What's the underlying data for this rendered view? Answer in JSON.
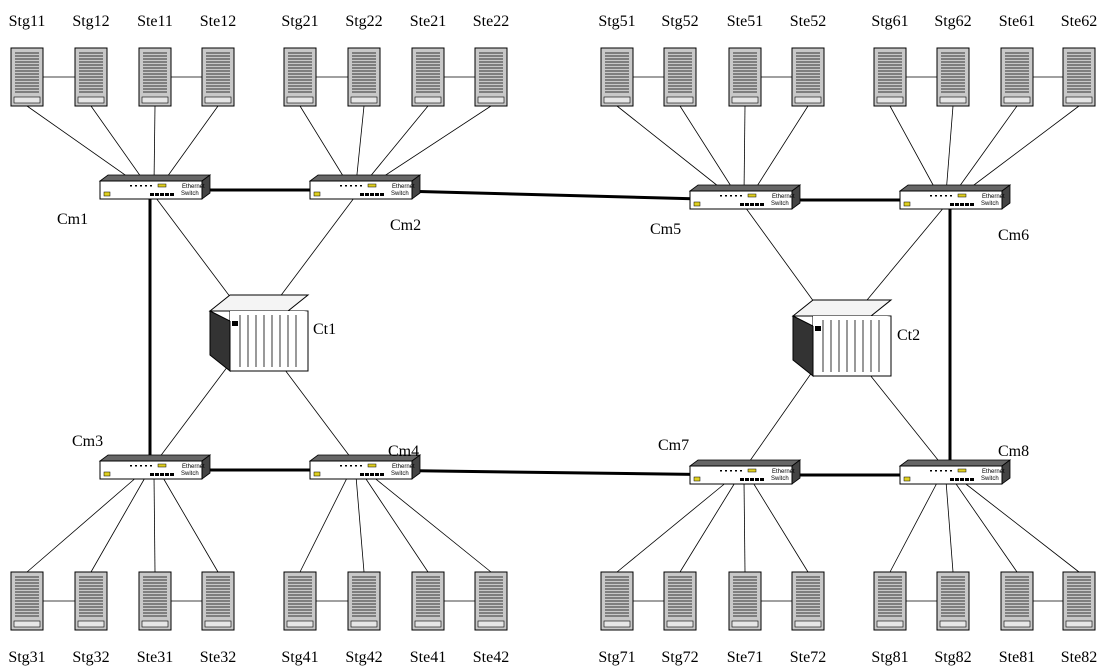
{
  "diagram": {
    "station_groups": [
      {
        "switch": "Cm1",
        "labels": [
          "Stg11",
          "Stg12",
          "Ste11",
          "Ste12"
        ]
      },
      {
        "switch": "Cm2",
        "labels": [
          "Stg21",
          "Stg22",
          "Ste21",
          "Ste22"
        ]
      },
      {
        "switch": "Cm3",
        "labels": [
          "Stg31",
          "Stg32",
          "Ste31",
          "Ste32"
        ]
      },
      {
        "switch": "Cm4",
        "labels": [
          "Stg41",
          "Stg42",
          "Ste41",
          "Ste42"
        ]
      },
      {
        "switch": "Cm5",
        "labels": [
          "Stg51",
          "Stg52",
          "Ste51",
          "Ste52"
        ]
      },
      {
        "switch": "Cm6",
        "labels": [
          "Stg61",
          "Stg62",
          "Ste61",
          "Ste62"
        ]
      },
      {
        "switch": "Cm7",
        "labels": [
          "Stg71",
          "Stg72",
          "Ste71",
          "Ste72"
        ]
      },
      {
        "switch": "Cm8",
        "labels": [
          "Stg81",
          "Stg82",
          "Ste81",
          "Ste82"
        ]
      }
    ],
    "switches": [
      "Cm1",
      "Cm2",
      "Cm3",
      "Cm4",
      "Cm5",
      "Cm6",
      "Cm7",
      "Cm8"
    ],
    "switch_text": [
      "Ethernet",
      "Switch"
    ],
    "controllers": [
      "Ct1",
      "Ct2"
    ],
    "trunk_links": [
      [
        "Cm1",
        "Cm2"
      ],
      [
        "Cm2",
        "Cm5"
      ],
      [
        "Cm5",
        "Cm6"
      ],
      [
        "Cm1",
        "Cm3"
      ],
      [
        "Cm3",
        "Cm4"
      ],
      [
        "Cm4",
        "Cm7"
      ],
      [
        "Cm7",
        "Cm8"
      ],
      [
        "Cm6",
        "Cm8"
      ]
    ],
    "controller_links": [
      [
        "Ct1",
        "Cm1"
      ],
      [
        "Ct1",
        "Cm2"
      ],
      [
        "Ct1",
        "Cm3"
      ],
      [
        "Ct1",
        "Cm4"
      ],
      [
        "Ct2",
        "Cm5"
      ],
      [
        "Ct2",
        "Cm6"
      ],
      [
        "Ct2",
        "Cm7"
      ],
      [
        "Ct2",
        "Cm8"
      ]
    ]
  }
}
